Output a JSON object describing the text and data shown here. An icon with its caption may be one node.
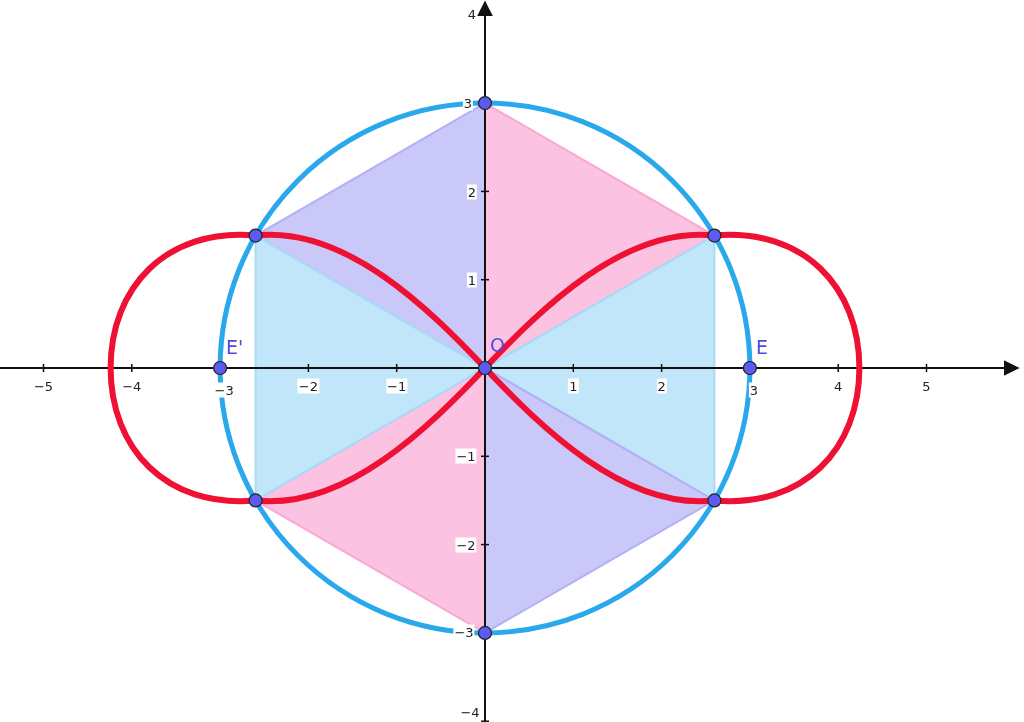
{
  "diagram": {
    "labels": [
      "4",
      "3",
      "2",
      "1",
      "E'",
      "O",
      "E",
      "−5",
      "−4",
      "−3",
      "−2",
      "−1",
      "1",
      "2",
      "3",
      "4",
      "5",
      "−1",
      "−2",
      "−3",
      "−4"
    ]
  }
}
